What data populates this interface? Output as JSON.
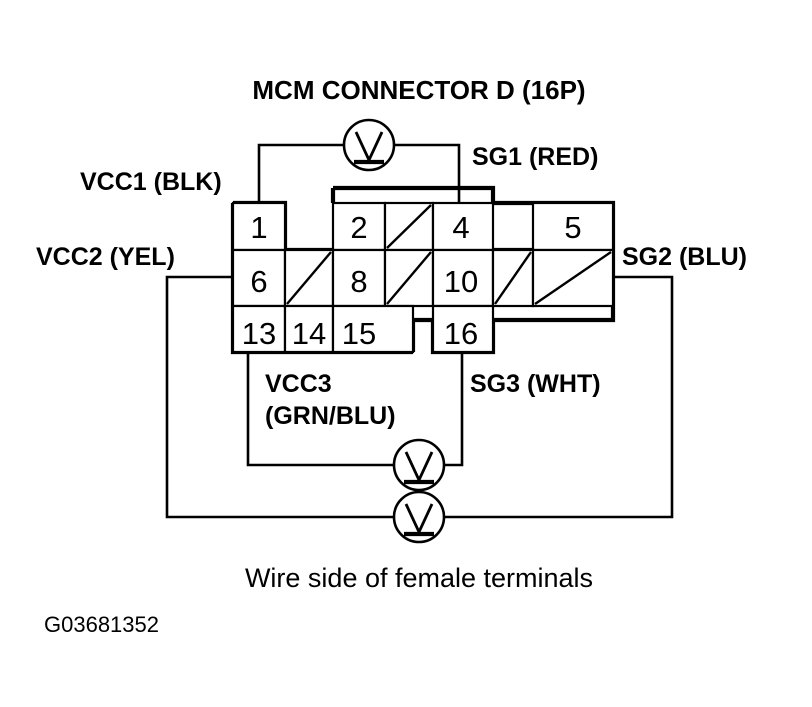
{
  "diagram": {
    "title": "MCM CONNECTOR D (16P)",
    "caption": "Wire side of female terminals",
    "reference_code": "G03681352",
    "connector": {
      "name": "MCM CONNECTOR D",
      "pin_count_label": "(16P)",
      "view": "Wire side of female terminals",
      "pins": [
        {
          "number": "1",
          "row": 1,
          "col": 1
        },
        {
          "number": "2",
          "row": 1,
          "col": 3
        },
        {
          "number": "4",
          "row": 1,
          "col": 5
        },
        {
          "number": "5",
          "row": 1,
          "col": 7
        },
        {
          "number": "6",
          "row": 2,
          "col": 1
        },
        {
          "number": "8",
          "row": 2,
          "col": 3
        },
        {
          "number": "10",
          "row": 2,
          "col": 5
        },
        {
          "number": "13",
          "row": 3,
          "col": 1
        },
        {
          "number": "14",
          "row": 3,
          "col": 2
        },
        {
          "number": "15",
          "row": 3,
          "col": 3
        },
        {
          "number": "16",
          "row": 3,
          "col": 5
        }
      ]
    },
    "terminal_labels": [
      {
        "id": "vcc1",
        "text": "VCC1 (BLK)",
        "signal": "VCC1",
        "wire_color": "BLK",
        "pin": "1"
      },
      {
        "id": "vcc2",
        "text": "VCC2 (YEL)",
        "signal": "VCC2",
        "wire_color": "YEL",
        "pin": "6"
      },
      {
        "id": "sg1",
        "text": "SG1 (RED)",
        "signal": "SG1",
        "wire_color": "RED",
        "pin": "4"
      },
      {
        "id": "sg2",
        "text": "SG2 (BLU)",
        "signal": "SG2",
        "wire_color": "BLU",
        "pin": "5"
      },
      {
        "id": "vcc3_line1",
        "text": "VCC3",
        "signal": "VCC3",
        "wire_color": "GRN/BLU",
        "pin": "13"
      },
      {
        "id": "vcc3_line2",
        "text": "(GRN/BLU)"
      },
      {
        "id": "sg3",
        "text": "SG3 (WHT)",
        "signal": "SG3",
        "wire_color": "WHT",
        "pin": "16"
      }
    ],
    "meters": [
      {
        "id": "meter-top",
        "type": "voltmeter",
        "glyph": "V",
        "measures": "VCC1 to SG1"
      },
      {
        "id": "meter-middle",
        "type": "voltmeter",
        "glyph": "V",
        "measures": "VCC3 to SG3"
      },
      {
        "id": "meter-bottom",
        "type": "voltmeter",
        "glyph": "V",
        "measures": "VCC2 to SG2"
      }
    ],
    "colors": {
      "ink": "#000000",
      "background": "#ffffff"
    }
  }
}
